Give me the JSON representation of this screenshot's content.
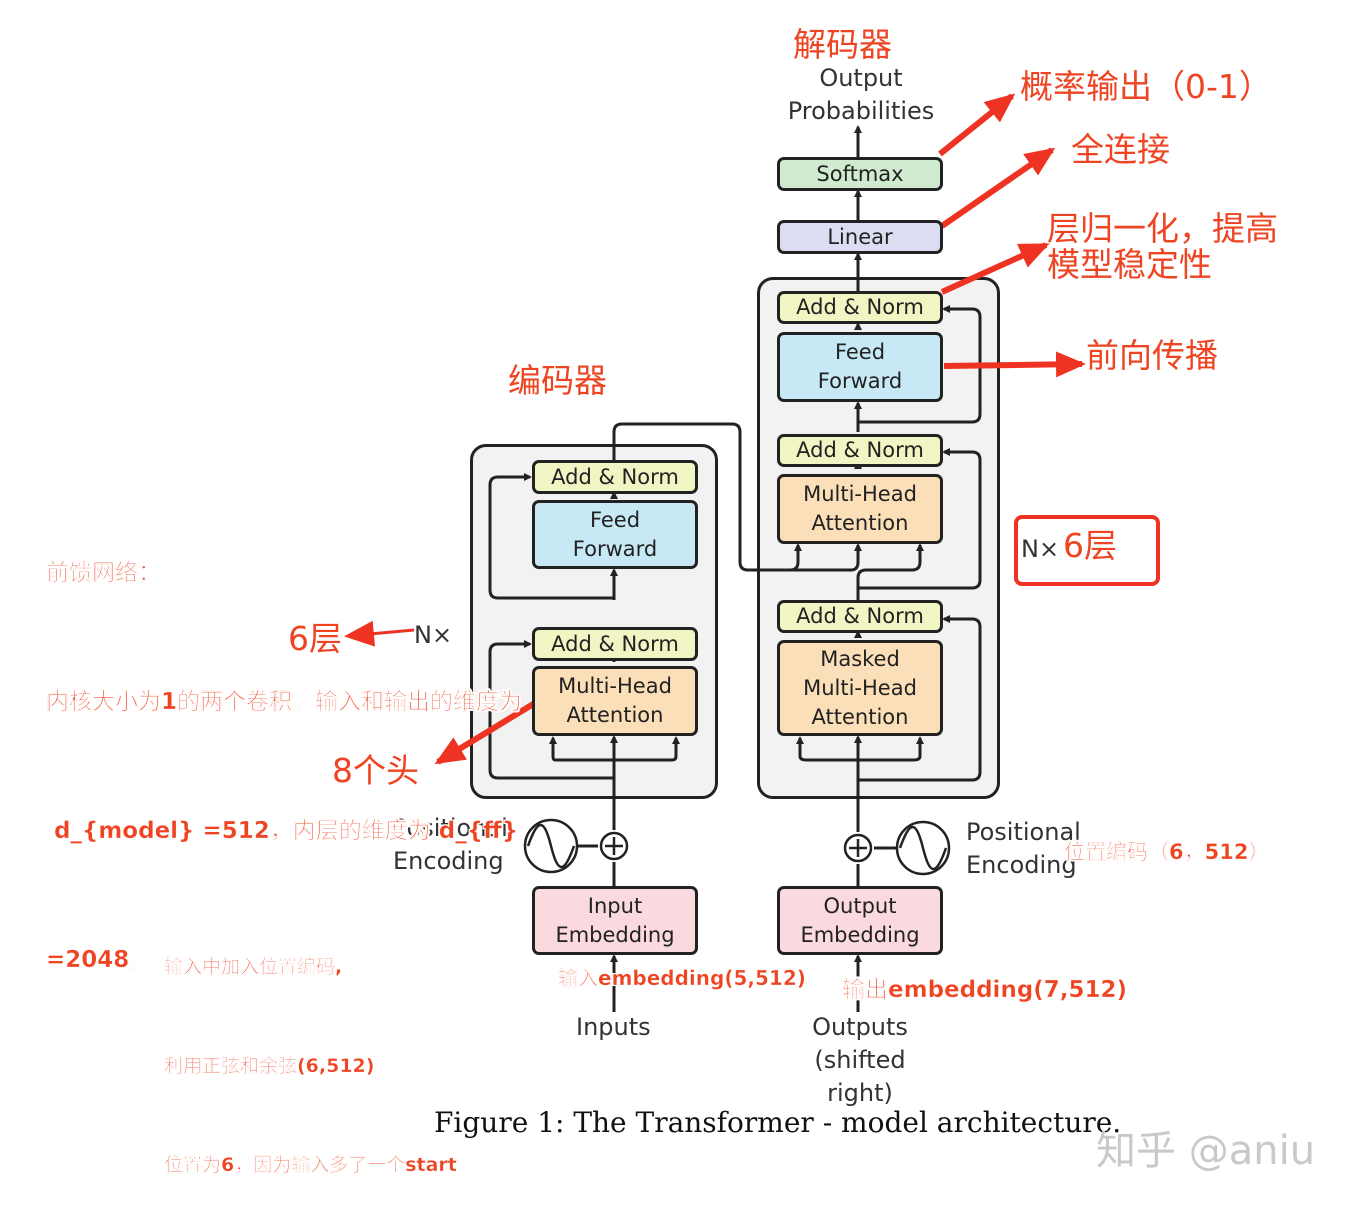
{
  "decoder_header": "解码器",
  "output_probs": [
    "Output",
    "Probabilities"
  ],
  "blocks": {
    "softmax": "Softmax",
    "linear": "Linear",
    "add_norm": "Add & Norm",
    "feed_forward": [
      "Feed",
      "Forward"
    ],
    "multi_head": [
      "Multi-Head",
      "Attention"
    ],
    "masked_multi_head": [
      "Masked",
      "Multi-Head",
      "Attention"
    ],
    "input_embedding": [
      "Input",
      "Embedding"
    ],
    "output_embedding": [
      "Output",
      "Embedding"
    ]
  },
  "nx": "N×",
  "positional": [
    "Positional",
    "Encoding"
  ],
  "inputs": "Inputs",
  "outputs": [
    "Outputs",
    "(shifted right)"
  ],
  "caption": "Figure 1: The Transformer - model architecture.",
  "watermark": "知乎 @aniu",
  "annotations": {
    "prob_output": "概率输出（0-1）",
    "fully_connected": "全连接",
    "layer_norm": [
      "层归一化，提高",
      "模型稳定性"
    ],
    "feed_forward": "前向传播",
    "encoder": "编码器",
    "decoder_layers": "6层",
    "encoder_layers": "6层",
    "heads": "8个头",
    "ffn_note": [
      "前馈网络：",
      "内核大小为1的两个卷积。输入和输出的维度为",
      " d_{model} =512，内层的维度为 d_{ff}",
      "=2048。"
    ],
    "pos_note": [
      "输入中加入位置编码,",
      "利用正弦和余弦(6,512)",
      "位置为6，因为输入多了一个start"
    ],
    "pos_size": "位置编码（6，512）",
    "input_emb": "输入embedding(5,512)",
    "output_emb": "输出embedding(7,512)"
  },
  "colors": {
    "annotation": "#ee4422",
    "add_norm": "#f1f4c3",
    "feed_forward": "#c7e9f6",
    "attention": "#fbdfb8",
    "embedding": "#fad9df",
    "linear": "#dcdcf2",
    "softmax": "#d1ebd0",
    "stack_bg": "#f2f2f2"
  }
}
